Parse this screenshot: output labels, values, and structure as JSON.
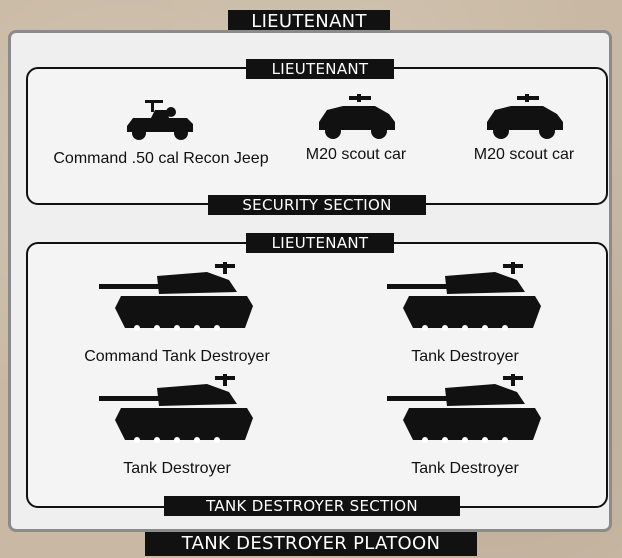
{
  "platoon_title": "TANK DESTROYER PLATOON",
  "hq": {
    "title": "LIEUTENANT"
  },
  "security_section": {
    "title": "LIEUTENANT",
    "footer": "SECURITY SECTION",
    "units": [
      {
        "label": "Command .50 cal Recon Jeep",
        "icon": "jeep-icon"
      },
      {
        "label": "M20 scout car",
        "icon": "scout-car-icon"
      },
      {
        "label": "M20 scout car",
        "icon": "scout-car-icon"
      }
    ]
  },
  "td_section": {
    "title": "LIEUTENANT",
    "footer": "TANK DESTROYER SECTION",
    "units": [
      {
        "label": "Command Tank Destroyer",
        "icon": "tank-destroyer-icon"
      },
      {
        "label": "Tank Destroyer",
        "icon": "tank-destroyer-icon"
      },
      {
        "label": "Tank Destroyer",
        "icon": "tank-destroyer-icon"
      },
      {
        "label": "Tank Destroyer",
        "icon": "tank-destroyer-icon"
      }
    ]
  }
}
